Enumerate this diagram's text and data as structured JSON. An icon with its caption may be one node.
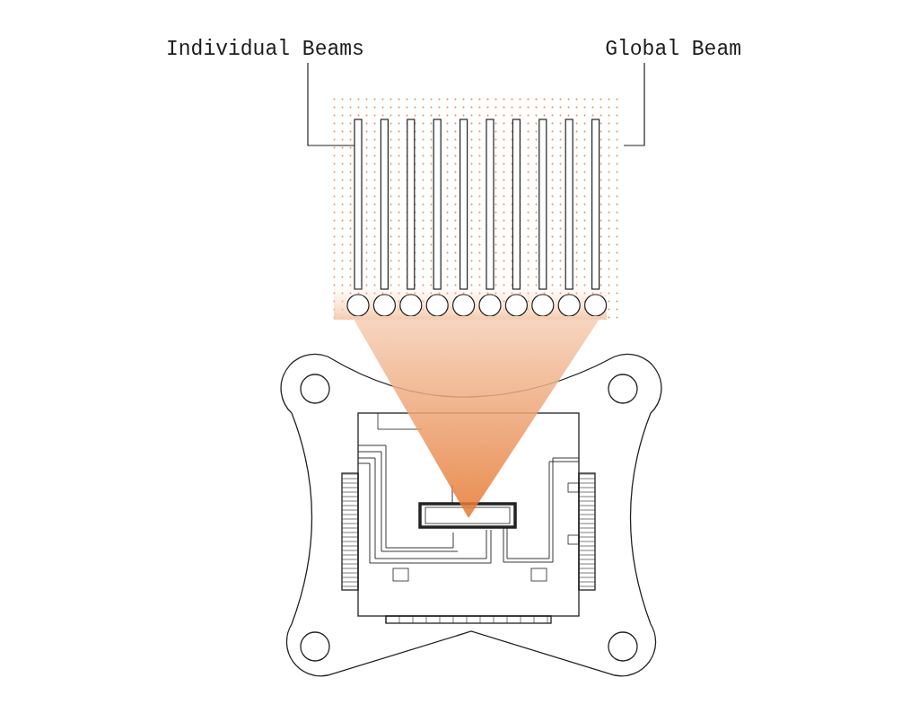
{
  "diagram": {
    "nodes": [
      {
        "text": [
          "Individual Beams"
        ]
      },
      {
        "text": [
          "Global Beam"
        ]
      },
      {
        "text": [],
        "shape": "bar",
        "in": 3
      },
      {
        "text": [],
        "shape": "box"
      }
    ],
    "edges": [
      {
        "from": 0,
        "to": 2,
        "arrow": "none"
      },
      {
        "from": 1,
        "to": 3,
        "arrow": "none"
      }
    ]
  }
}
